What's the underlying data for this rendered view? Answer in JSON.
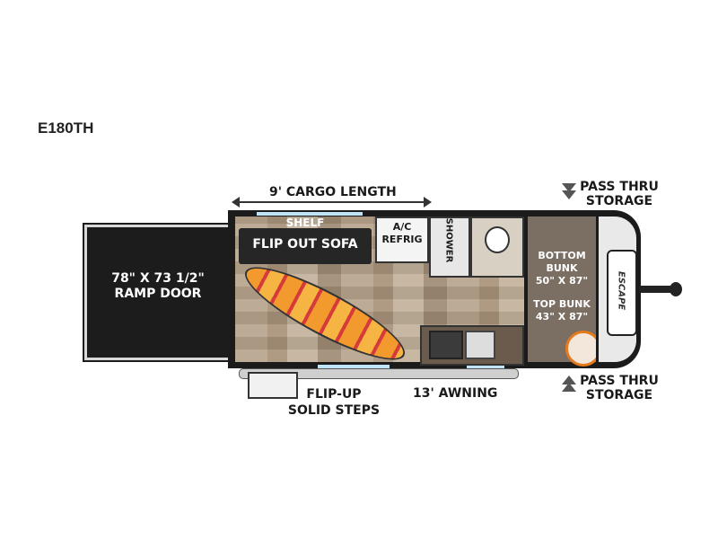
{
  "model": "E180TH",
  "labels": {
    "cargo_length": "9' CARGO LENGTH",
    "shelf": "SHELF",
    "flip_out_sofa": "FLIP OUT SOFA",
    "ac": "A/C",
    "refrig": "REFRIG",
    "shower": "SHOWER",
    "ramp_door_size": "78\" X 73 1/2\"",
    "ramp_door": "RAMP DOOR",
    "bottom_bunk": "BOTTOM",
    "bottom_bunk2": "BUNK",
    "bottom_bunk_size": "50\" X 87\"",
    "top_bunk": "TOP BUNK",
    "top_bunk_size": "43\" X 87\"",
    "pass_thru_1": "PASS THRU",
    "pass_thru_1b": "STORAGE",
    "pass_thru_2": "PASS THRU",
    "pass_thru_2b": "STORAGE",
    "awning": "13' AWNING",
    "steps_1": "FLIP-UP",
    "steps_2": "SOLID STEPS",
    "logo": "ESCAPE"
  },
  "colors": {
    "frame": "#1b1b1b",
    "bunk": "#7b6e62",
    "window": "#bfe4f7",
    "surfboard": "#f29a2e",
    "accent": "#d73a3a"
  }
}
